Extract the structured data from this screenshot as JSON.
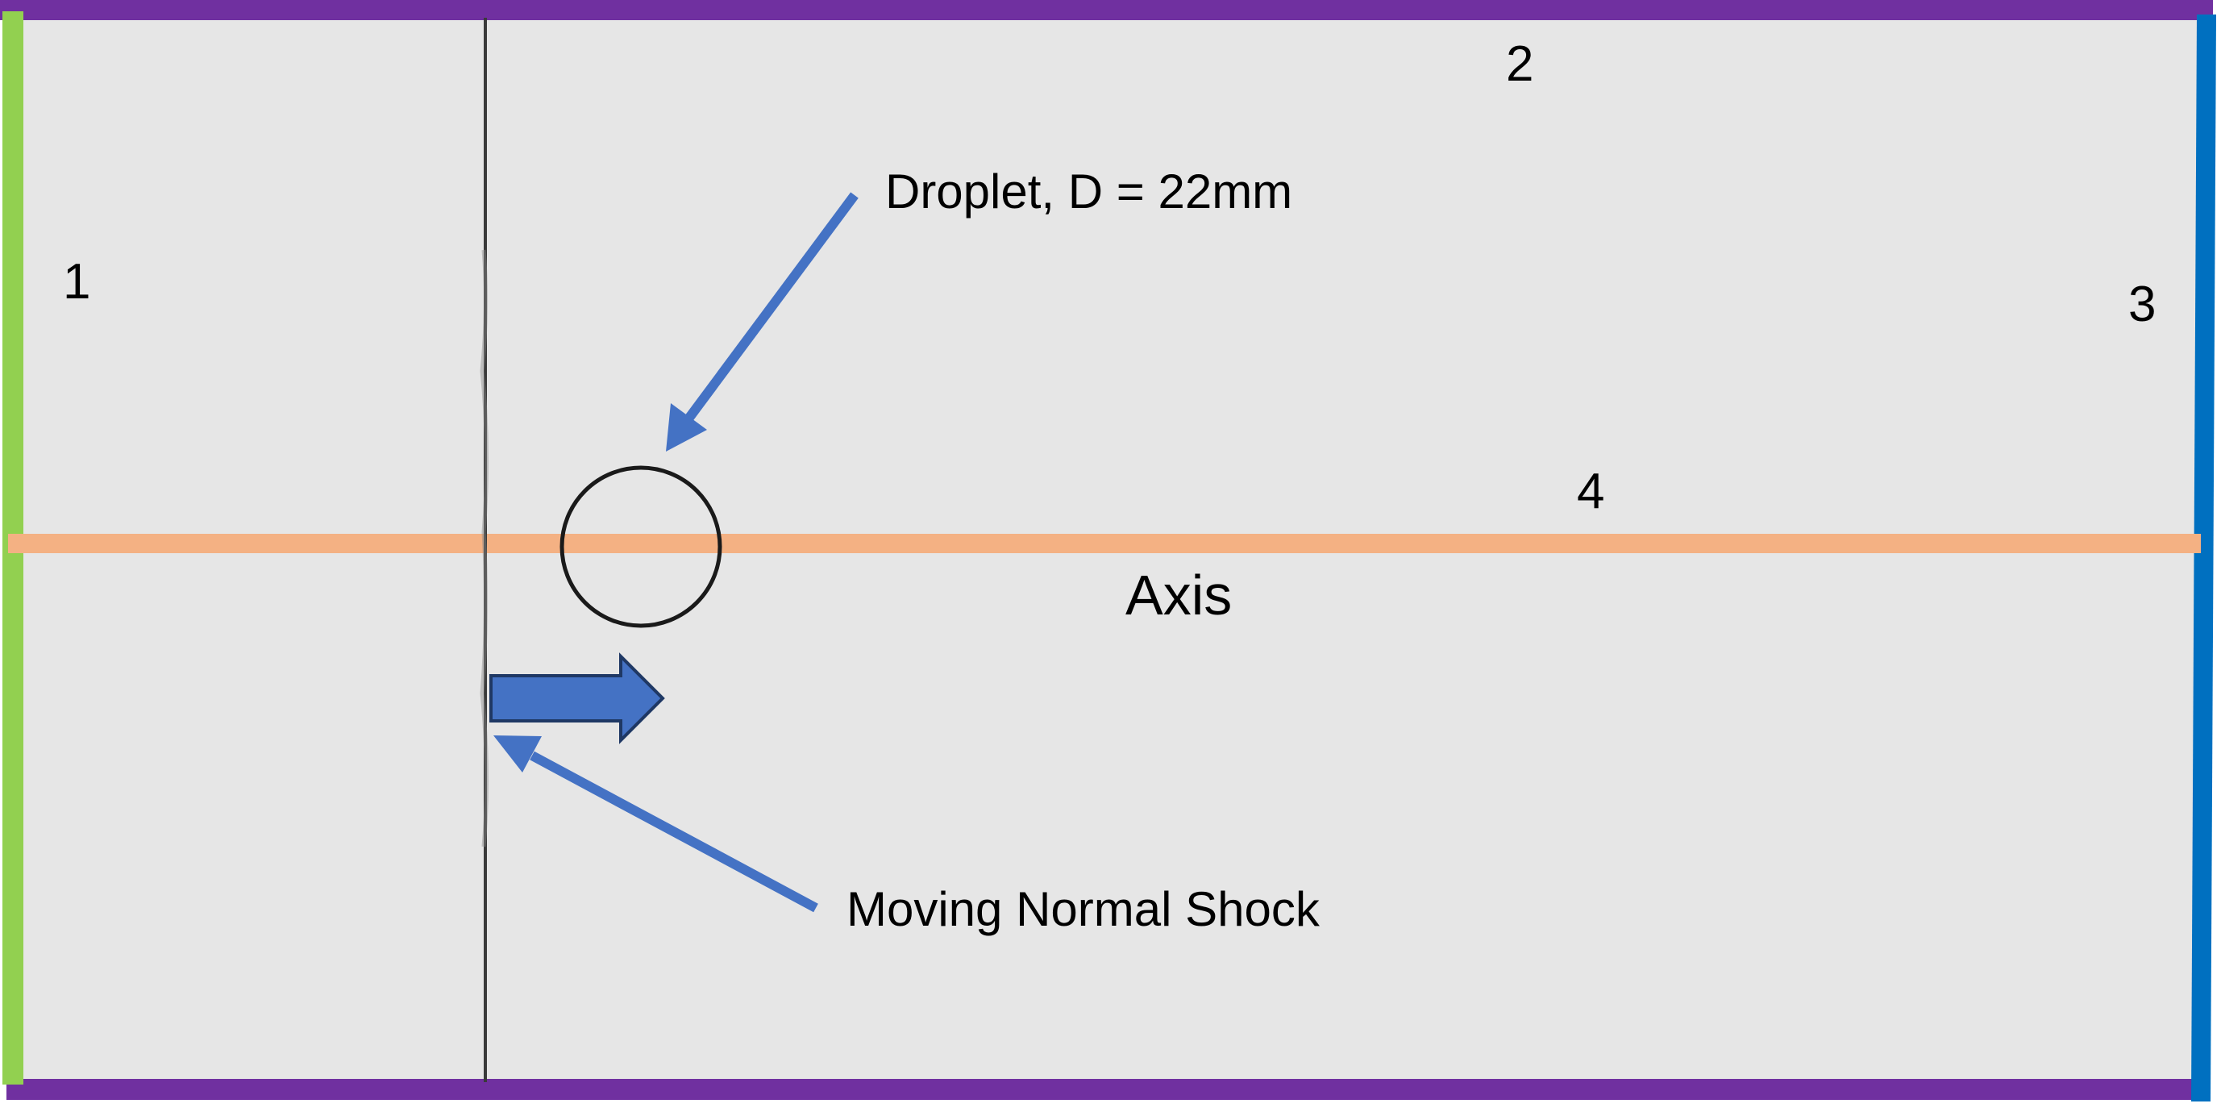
{
  "diagram": {
    "boundary_labels": {
      "left": "1",
      "top": "2",
      "right": "3",
      "axis": "4"
    },
    "axis_label": "Axis",
    "droplet_label": "Droplet, D = 22mm",
    "shock_label": "Moving Normal Shock"
  },
  "colors": {
    "background": "#e6e6e6",
    "boundary_top_bottom": "#7030a0",
    "boundary_left": "#92d050",
    "boundary_right": "#0070c0",
    "axis_line": "#f4b183",
    "arrows": "#4472c4",
    "shock_line": "#3a3a3a",
    "droplet_outline": "#1a1a1a"
  }
}
